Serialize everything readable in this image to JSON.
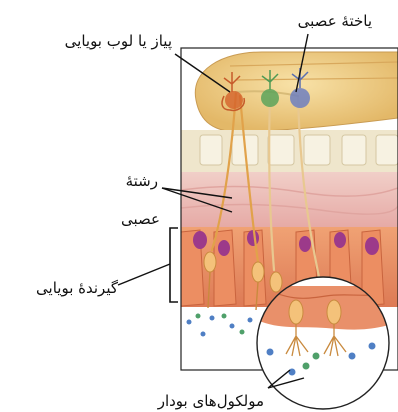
{
  "labels": {
    "olfactory_bulb": "پیاز یا لوب بویایی",
    "nerve_cell": "یاختهٔ عصبی",
    "nerve_fiber_line1": "رشتهٔ",
    "nerve_fiber_line2": "عصبی",
    "olfactory_receptor": "گیرندهٔ بویایی",
    "odor_molecules": "مولکول‌های بودار"
  },
  "colors": {
    "bulb": "#f0cf86",
    "bone": "#f3ecd6",
    "tissue_pink": "#eec3bf",
    "receptor_orange": "#e9906a",
    "receptor_cell": "#f2c27a",
    "purple_cell": "#9c3a8a",
    "molecule_blue": "#4f7fc4",
    "molecule_green": "#4fa06a"
  }
}
